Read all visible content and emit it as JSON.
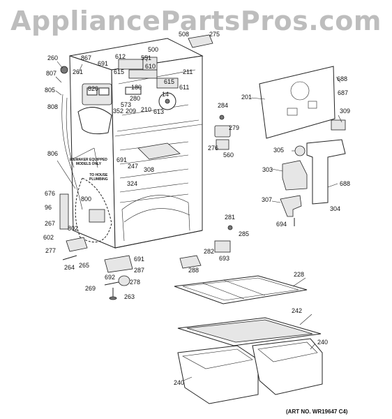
{
  "watermark": "AppliancePartsPros.com",
  "art_number": "(ART NO. WR19647 C4)",
  "note": {
    "icemaker_line1": "ICEMAKER EQUIPPED",
    "icemaker_line2": "MODELS ONLY",
    "house_line1": "TO HOUSE",
    "house_line2": "PLUMBING"
  },
  "callouts": [
    "508",
    "275",
    "260",
    "867",
    "612",
    "500",
    "551",
    "691",
    "610",
    "807",
    "261",
    "615",
    "211",
    "805",
    "820",
    "180",
    "615",
    "611",
    "573",
    "280",
    "14",
    "687",
    "688",
    "201",
    "352",
    "209",
    "613",
    "210",
    "284",
    "808",
    "279",
    "309",
    "276",
    "560",
    "305",
    "806",
    "691",
    "247",
    "308",
    "688",
    "303",
    "324",
    "676",
    "800",
    "96",
    "307",
    "304",
    "267",
    "802",
    "281",
    "694",
    "285",
    "602",
    "282",
    "277",
    "693",
    "264",
    "265",
    "691",
    "288",
    "287",
    "692",
    "278",
    "228",
    "269",
    "263",
    "242",
    "240",
    "240"
  ],
  "colors": {
    "line": "#222222",
    "watermark": "#bdbdbd",
    "background": "#ffffff"
  }
}
